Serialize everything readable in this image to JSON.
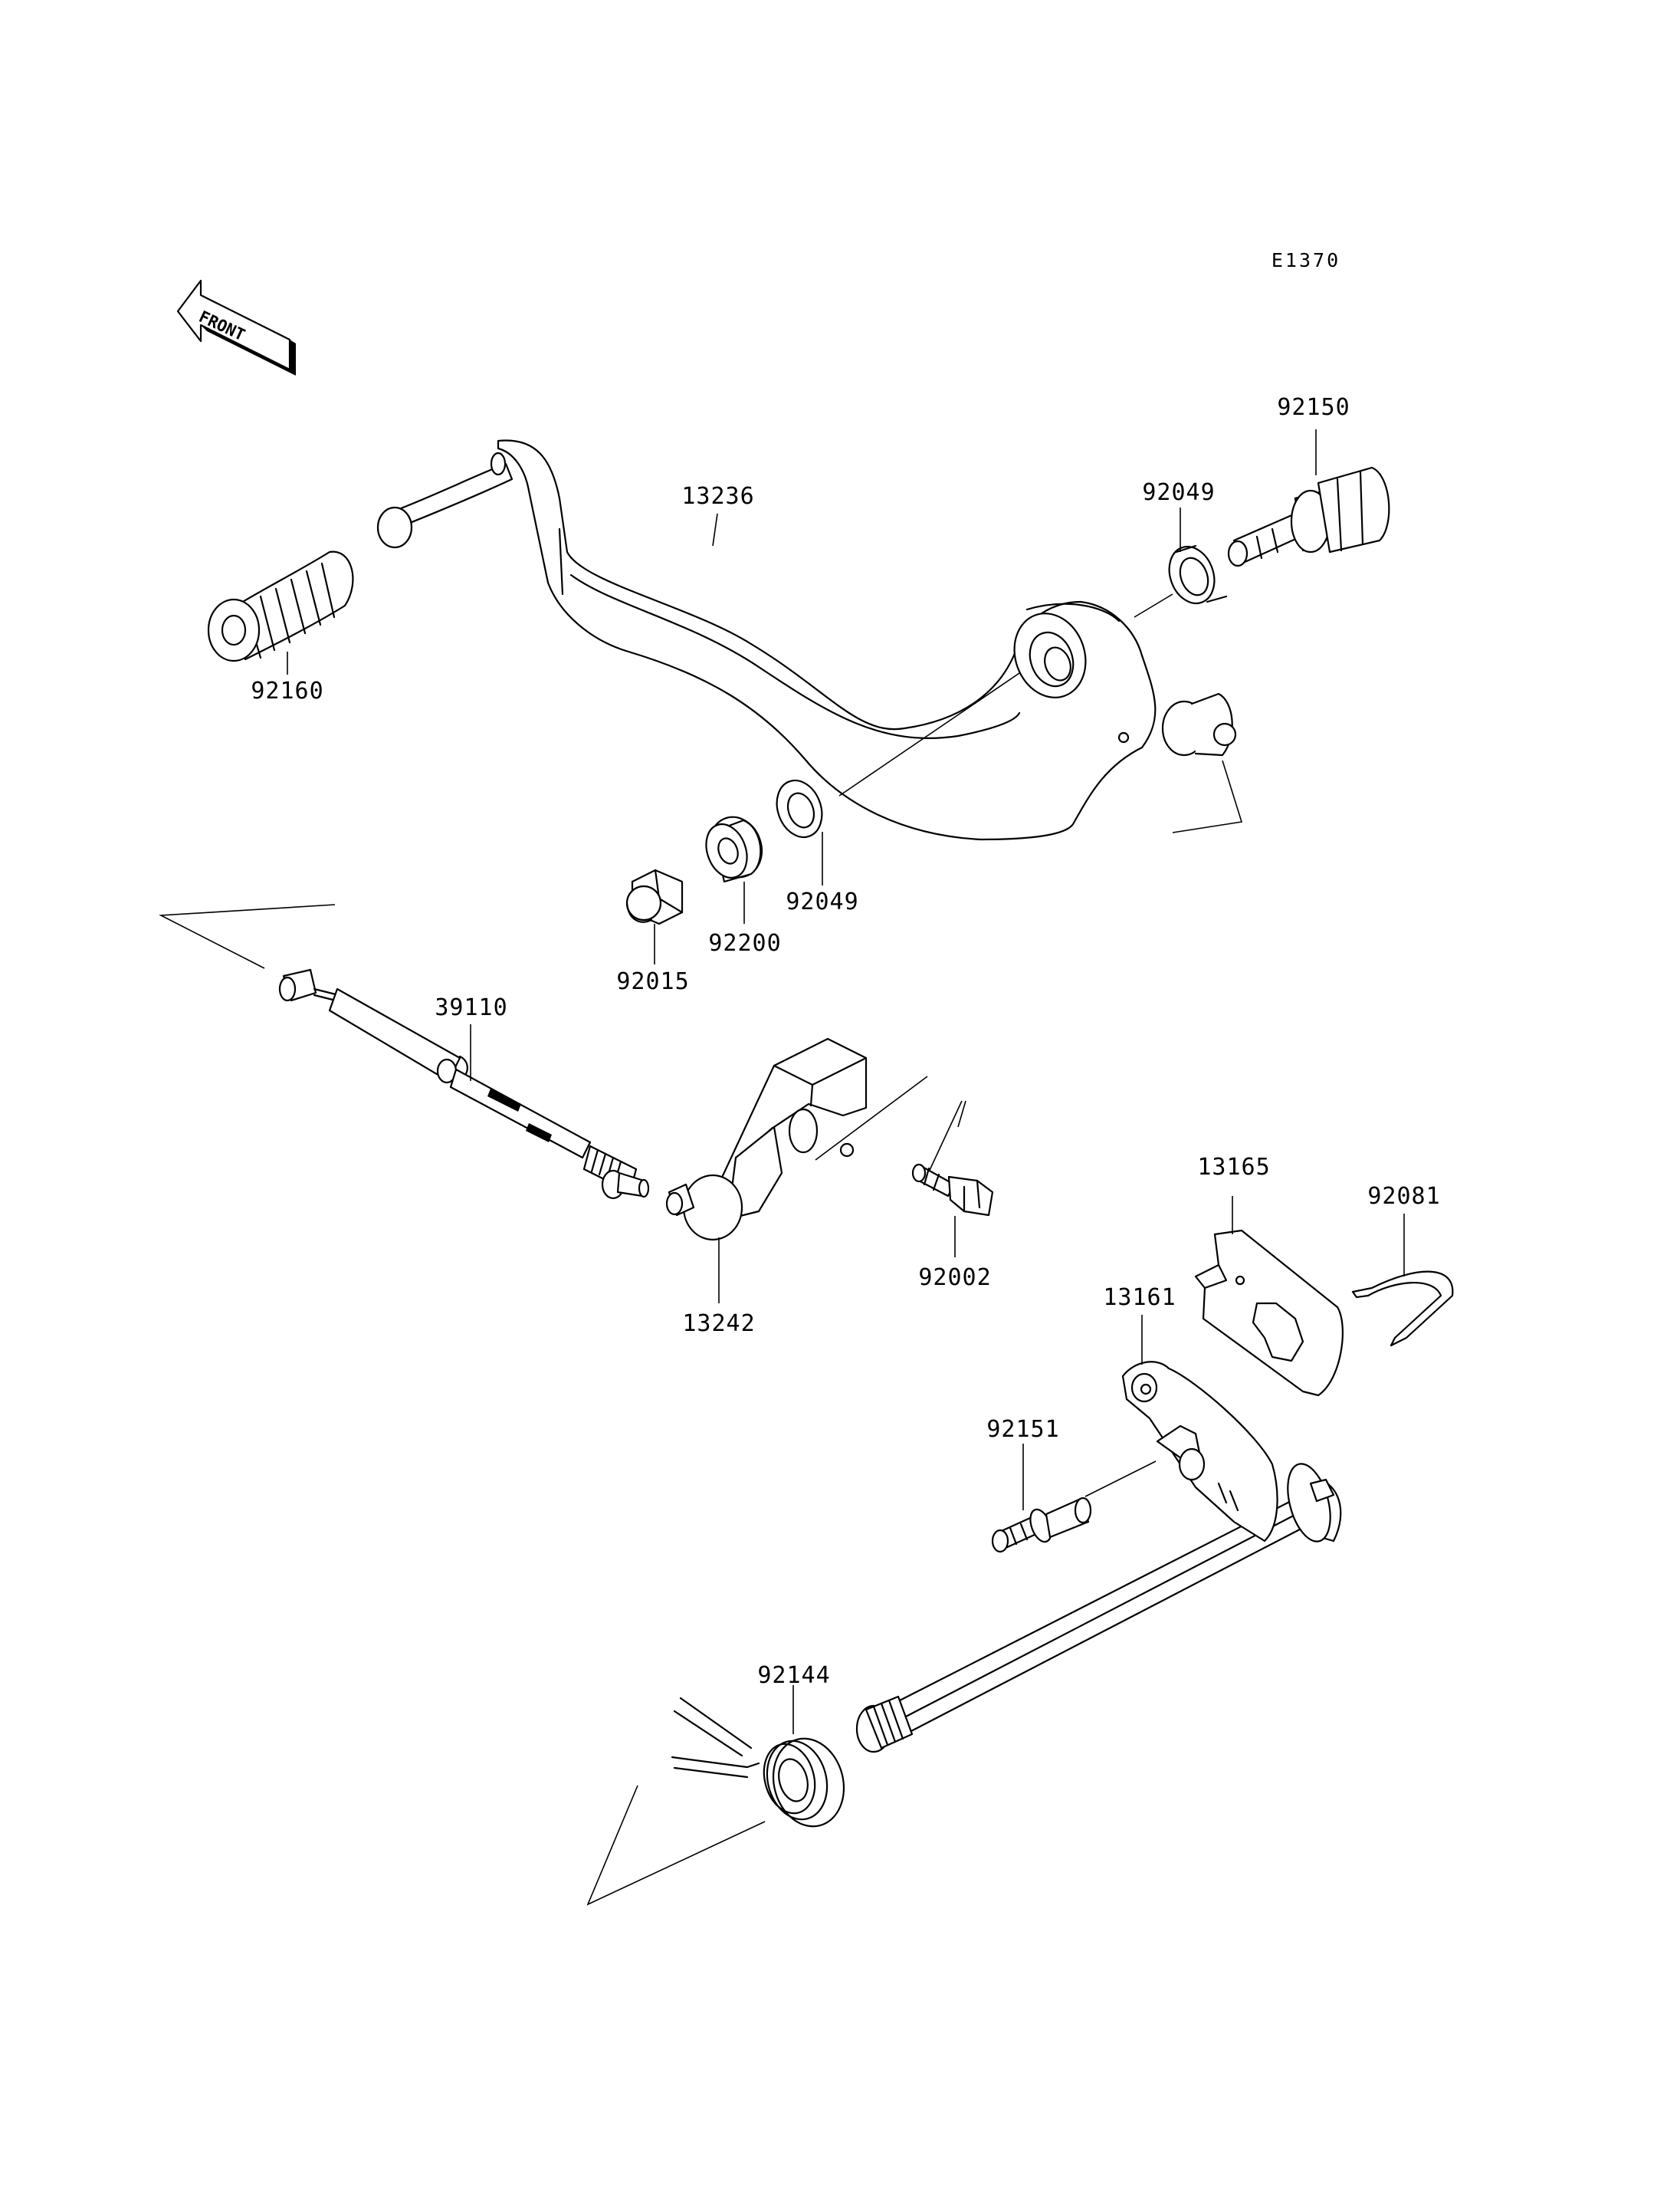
{
  "diagram_id": "E1370",
  "front_label": "FRONT",
  "parts": {
    "p92150": "92150",
    "p13236": "13236",
    "p92049_top": "92049",
    "p92160": "92160",
    "p92049_bottom": "92049",
    "p92200": "92200",
    "p92015": "92015",
    "p39110": "39110",
    "p13242": "13242",
    "p92002": "92002",
    "p13165": "13165",
    "p92081": "92081",
    "p13161": "13161",
    "p92151": "92151",
    "p92144": "92144"
  }
}
